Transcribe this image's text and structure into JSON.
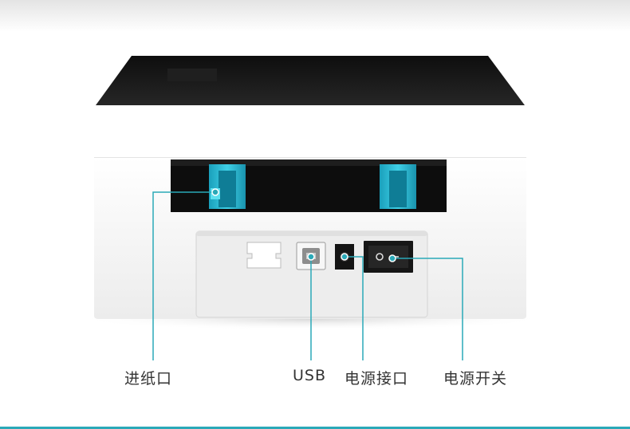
{
  "callouts": {
    "paper_inlet": "进纸口",
    "usb": "USB",
    "power_port": "电源接口",
    "power_switch": "电源开关"
  },
  "colors": {
    "accent": "#2aa9b8",
    "printer_body": "#ffffff",
    "printer_top": "#1a1a1a",
    "slot_interior": "#111111",
    "paper_guide": "#27b5cf",
    "port_panel": "#eeeeee"
  }
}
